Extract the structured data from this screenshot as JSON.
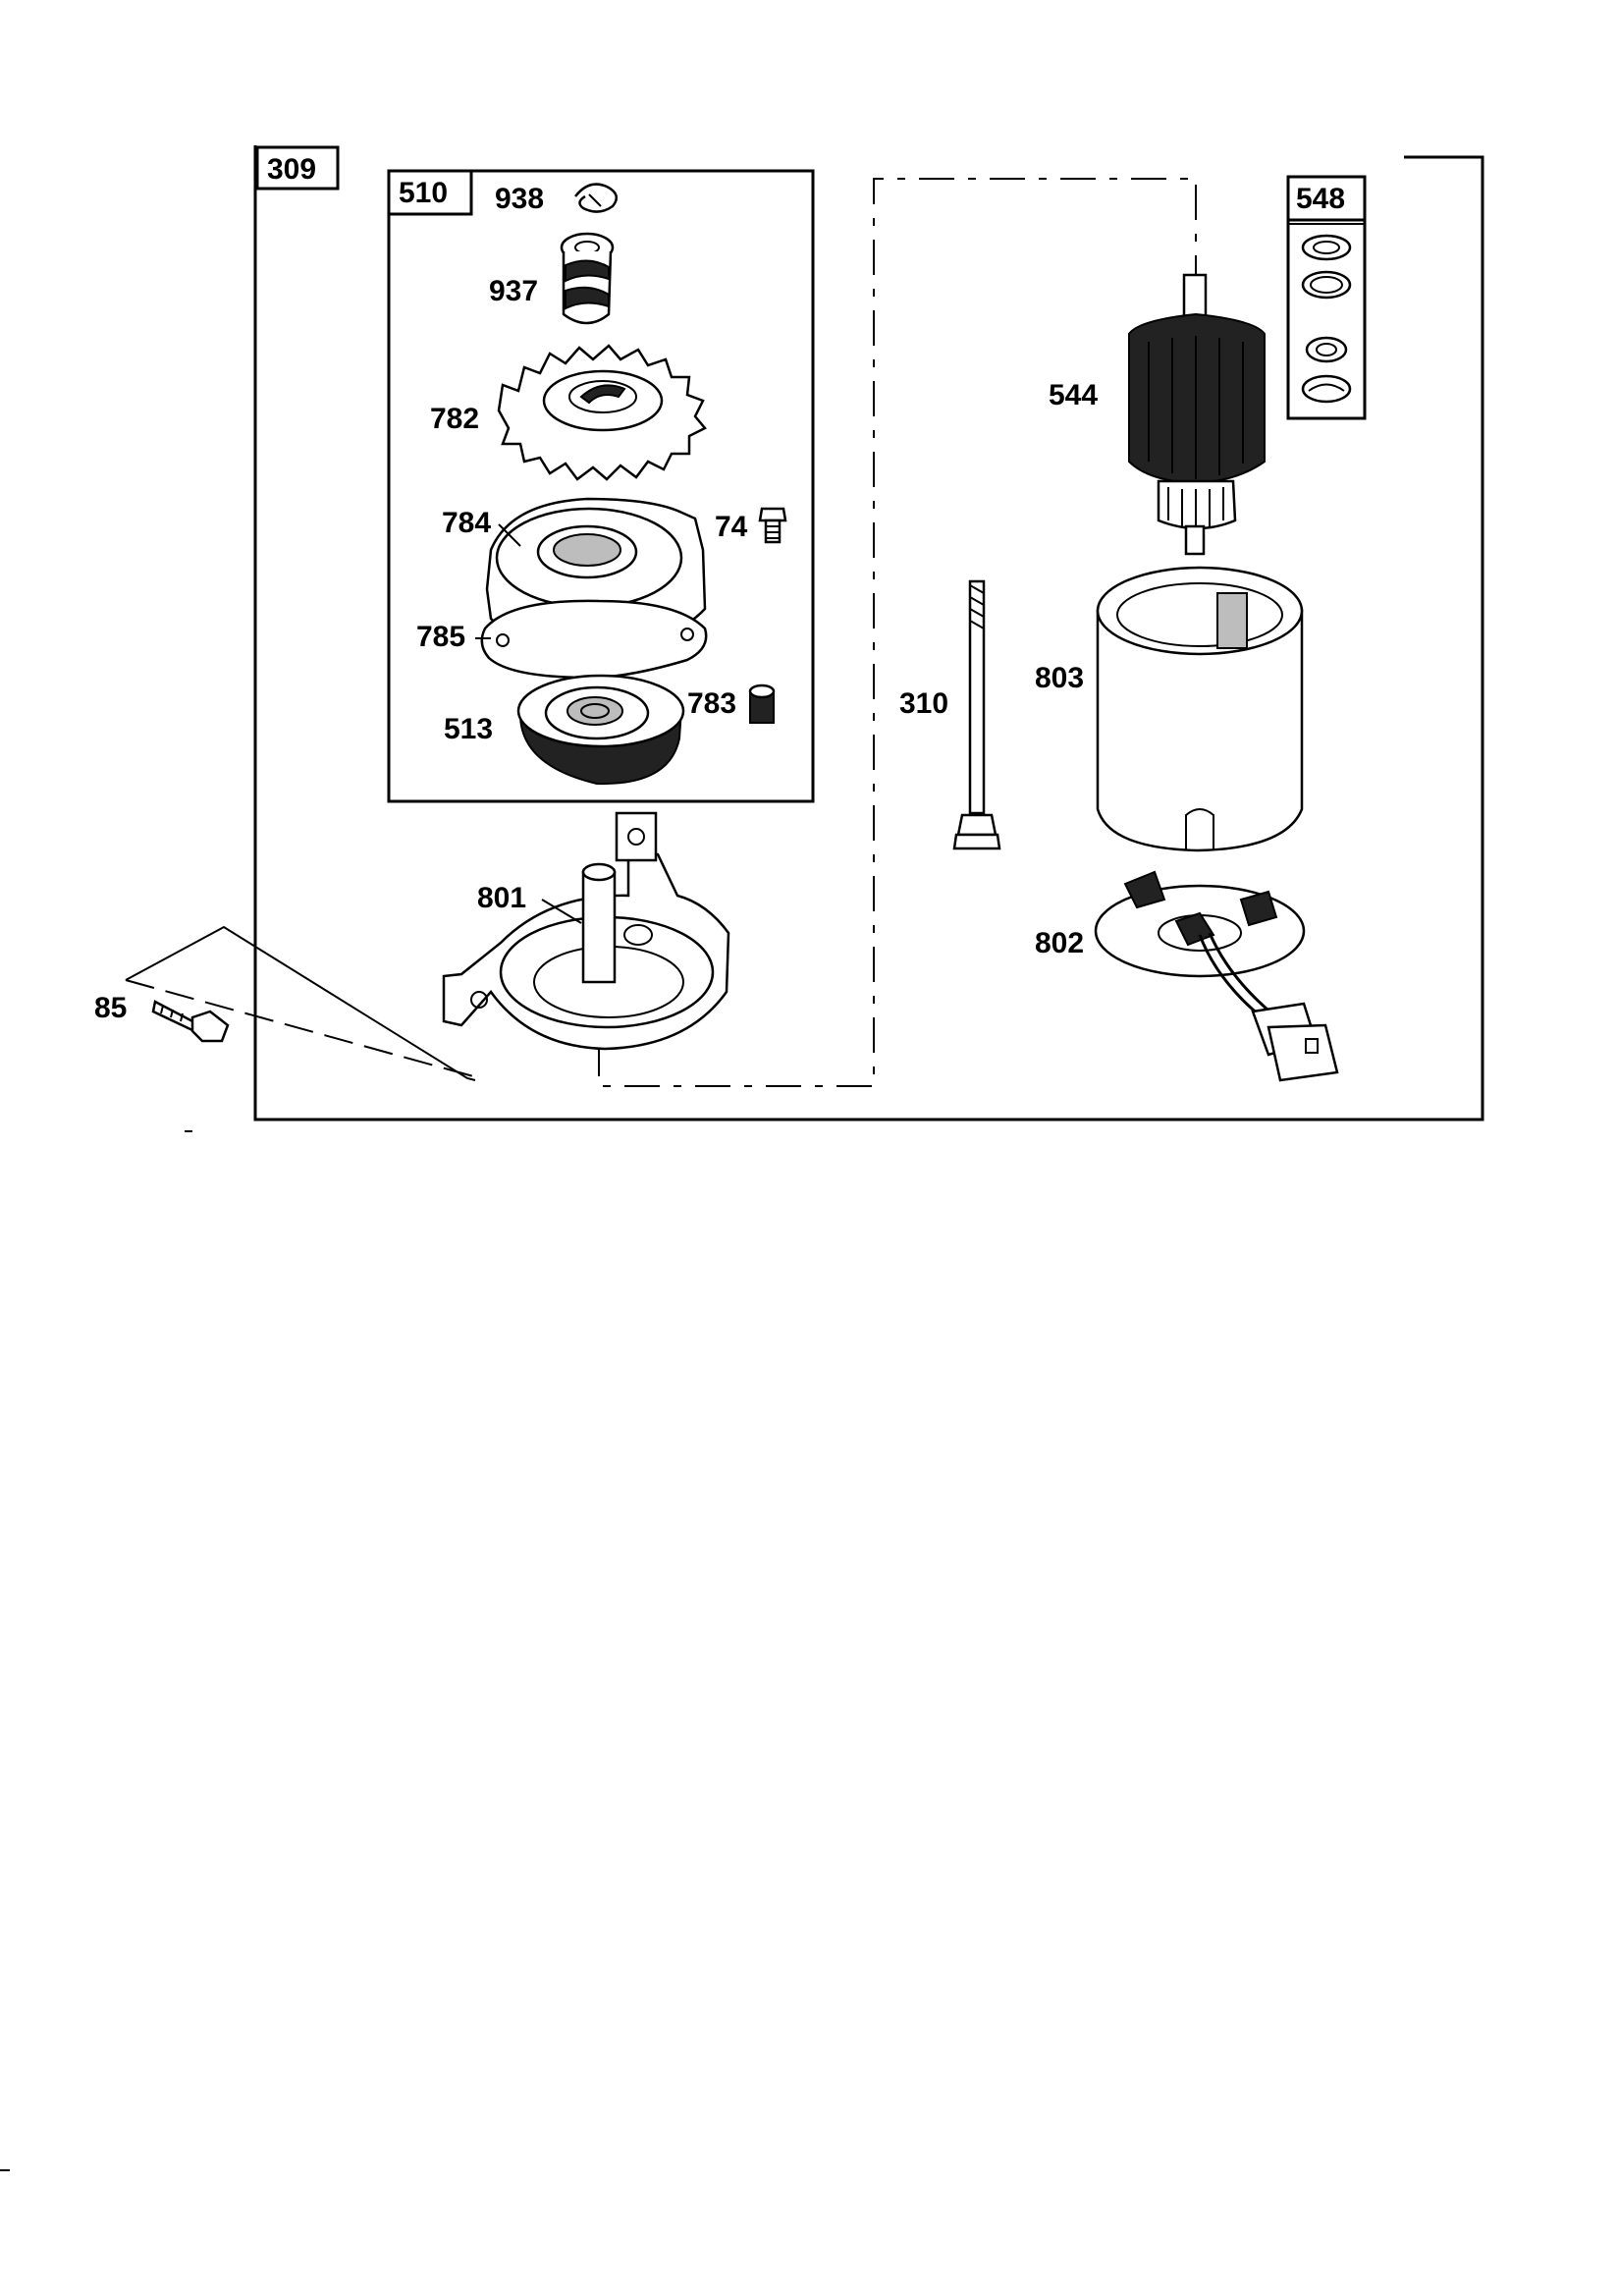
{
  "assembly": {
    "label": "309"
  },
  "subassembly_drive": {
    "label": "510"
  },
  "subassembly_kit": {
    "label": "548"
  },
  "parts": {
    "p938": "938",
    "p937": "937",
    "p782": "782",
    "p784": "784",
    "p74": "74",
    "p785": "785",
    "p513": "513",
    "p783": "783",
    "p801": "801",
    "p85": "85",
    "p310": "310",
    "p544": "544",
    "p803": "803",
    "p802": "802"
  }
}
